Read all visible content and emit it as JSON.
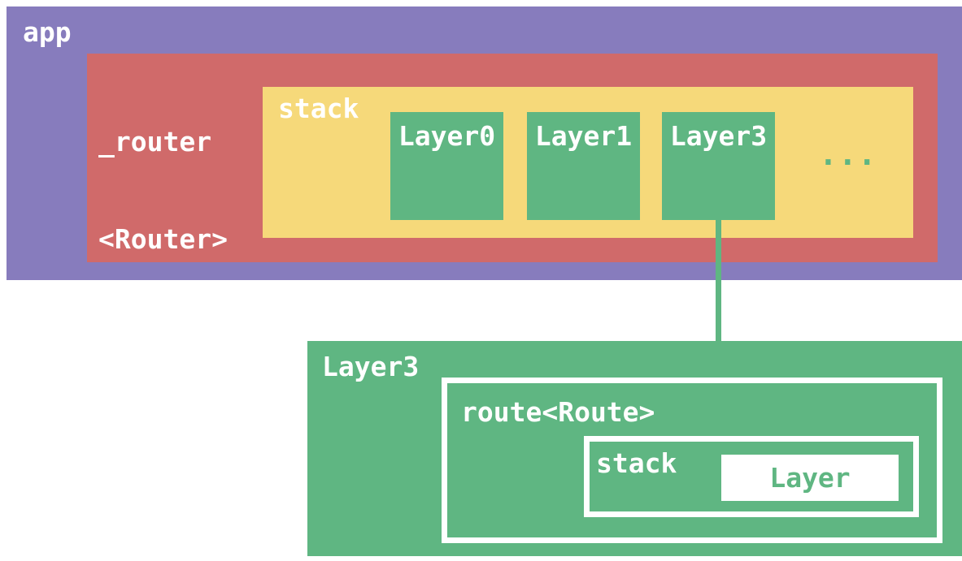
{
  "colors": {
    "purple": "#877cbd",
    "red": "#d06a6a",
    "yellow": "#f6d97a",
    "green": "#5fb682",
    "white": "#ffffff"
  },
  "app_box": {
    "label": "app"
  },
  "router_box": {
    "label_line1": "_router",
    "label_line2": "<Router>"
  },
  "stack_box": {
    "label": "stack"
  },
  "layers": [
    {
      "label": "Layer0"
    },
    {
      "label": "Layer1"
    },
    {
      "label": "Layer3"
    }
  ],
  "ellipsis": "...",
  "detail_box": {
    "label": "Layer3",
    "route_box": {
      "label": "route<Route>"
    },
    "stack_box": {
      "label": "stack"
    },
    "layer_box": {
      "label": "Layer"
    }
  }
}
